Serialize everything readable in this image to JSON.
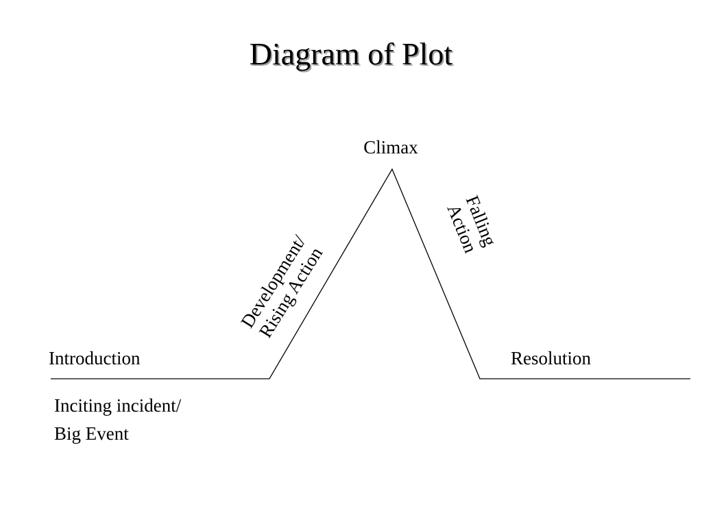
{
  "title": "Diagram of Plot",
  "labels": {
    "climax": "Climax",
    "rising_1": "Development/",
    "rising_2": "Rising Action",
    "falling_1": "Falling",
    "falling_2": "Action",
    "introduction": "Introduction",
    "resolution": "Resolution",
    "inciting_1": "Inciting incident/",
    "inciting_2": "Big Event"
  },
  "colors": {
    "line": "#000000",
    "text": "#000000",
    "background": "#ffffff"
  }
}
